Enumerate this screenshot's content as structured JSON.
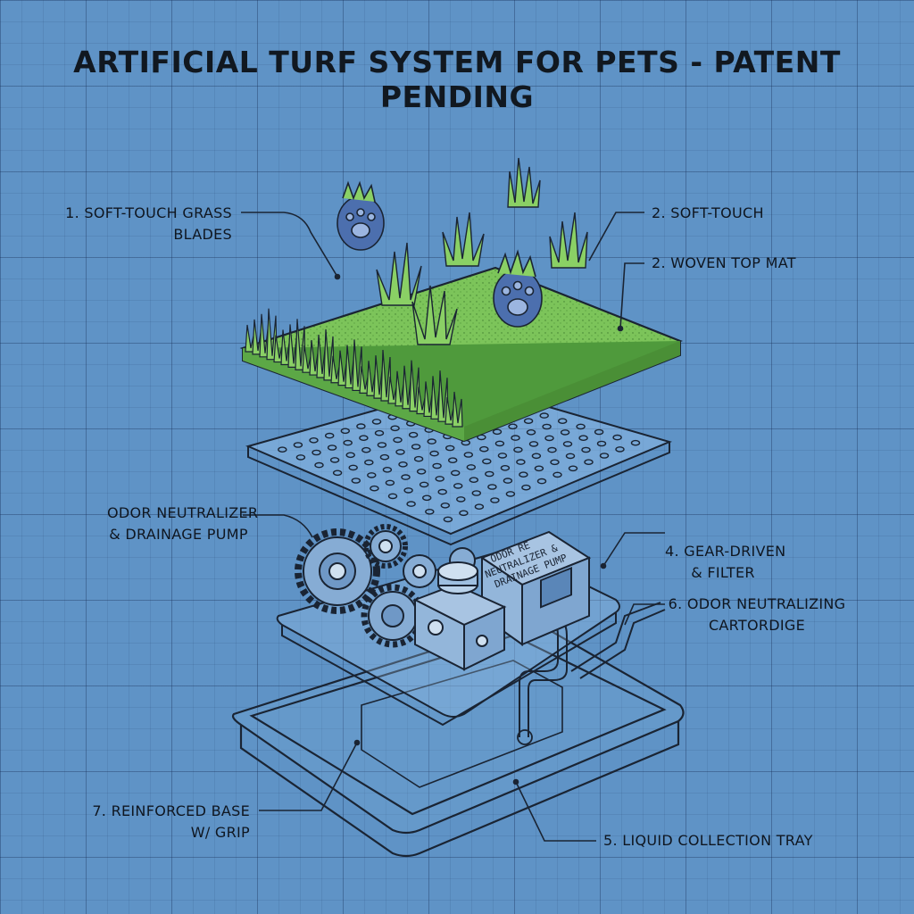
{
  "title": "ARTIFICIAL TURF SYSTEM FOR PETS - PATENT PENDING",
  "labels": {
    "grass_blades": {
      "line1": "1. SOFT-TOUCH GRASS",
      "line2": "BLADES"
    },
    "soft_touch": "2. SOFT-TOUCH",
    "woven_top_mat": "2. WOVEN TOP MAT",
    "odor_pump": {
      "line1": "ODOR NEUTRALIZER",
      "line2": "& DRAINAGE PUMP"
    },
    "gear_filter": {
      "line1": "4. GEAR-DRIVEN",
      "line2": "& FILTER"
    },
    "cartridge": {
      "line1": "6. ODOR NEUTRALIZING",
      "line2": "CARTORDIGE"
    },
    "base": {
      "line1": "7. REINFORCED BASE",
      "line2": "W/ GRIP"
    },
    "tray": "5. LIQUID COLLECTION TRAY"
  },
  "device_label": {
    "line1": "ODOR RE",
    "line2": "NEUTRALIZER &",
    "line3": "DRAINAGE PUMP"
  },
  "colors": {
    "background": "#5f93c6",
    "turf": "#7cc45a",
    "turf_dark": "#4f9a3c",
    "ink": "#1a2433",
    "paw": "#4c6fae"
  }
}
